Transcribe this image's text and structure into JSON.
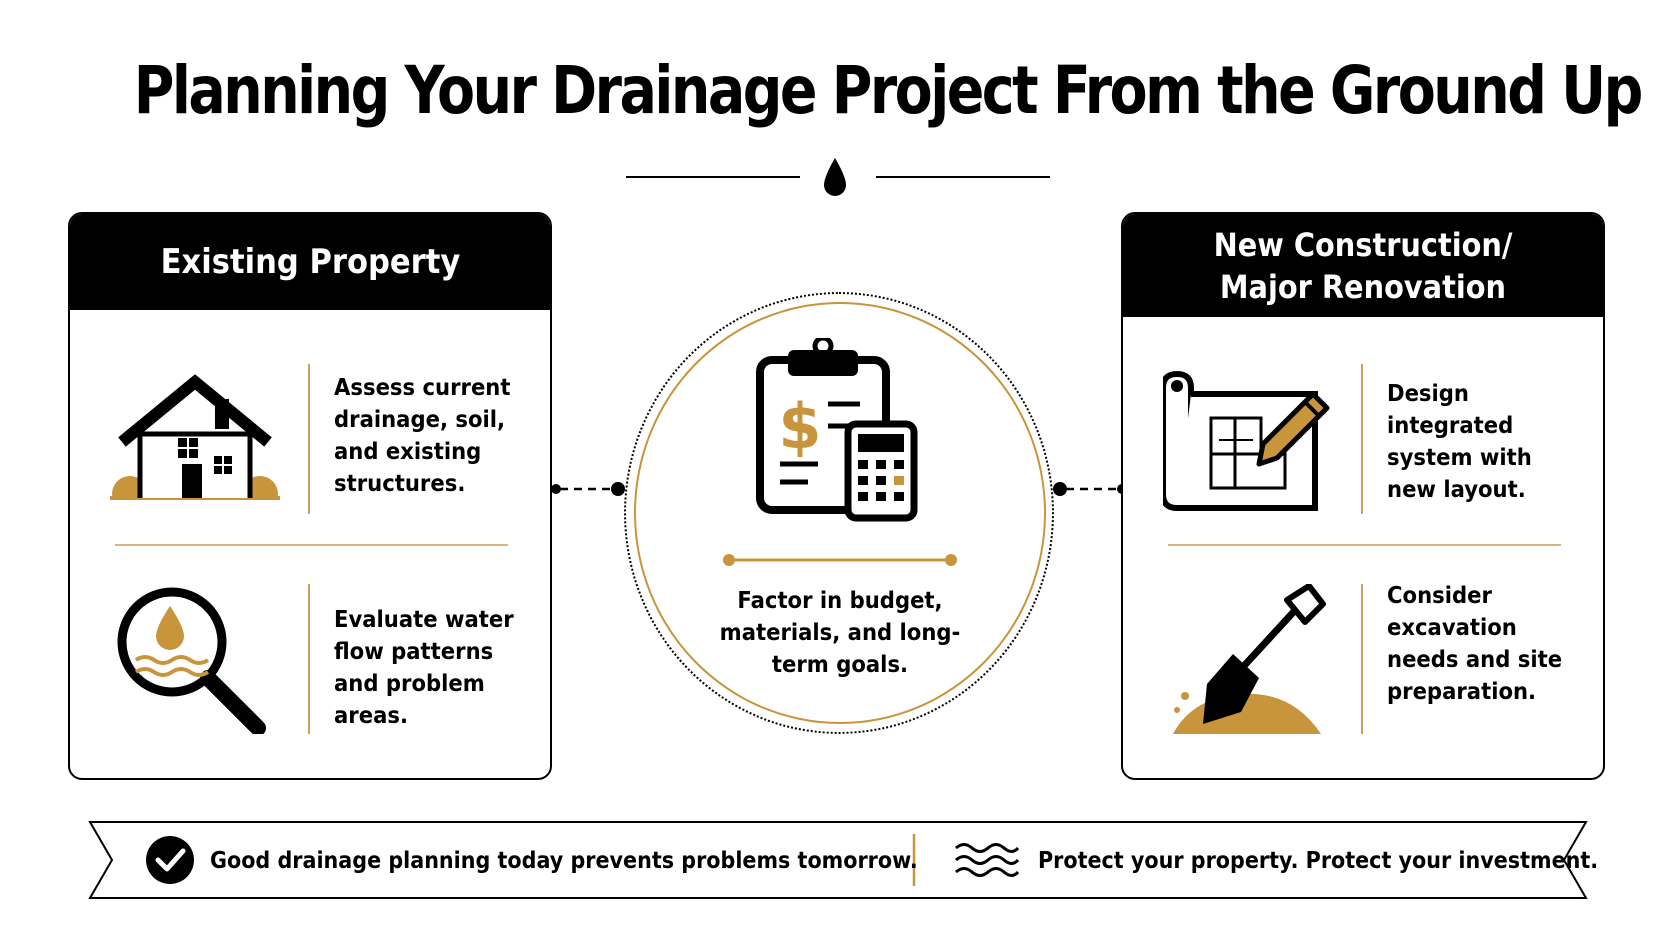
{
  "title": "Planning Your Drainage Project From the Ground Up",
  "colors": {
    "gold": "#c8943c",
    "gold_light": "#d9b680",
    "black": "#000000"
  },
  "left_panel": {
    "heading": "Existing Property",
    "items": [
      {
        "icon": "house-icon",
        "text": "Assess current drainage, soil, and existing structures."
      },
      {
        "icon": "magnifier-water-icon",
        "text": "Evaluate water flow patterns and problem areas."
      }
    ]
  },
  "center": {
    "icon": "clipboard-calculator-icon",
    "text": "Factor in budget, materials, and long-term goals."
  },
  "right_panel": {
    "heading_line1": "New Construction/",
    "heading_line2": "Major Renovation",
    "items": [
      {
        "icon": "blueprint-pencil-icon",
        "text": "Design integrated system with new layout."
      },
      {
        "icon": "shovel-soil-icon",
        "text": "Consider excavation needs and site preparation."
      }
    ]
  },
  "banner": {
    "left_text": "Good drainage planning today prevents problems tomorrow.",
    "right_text": "Protect your property. Protect your investment."
  }
}
